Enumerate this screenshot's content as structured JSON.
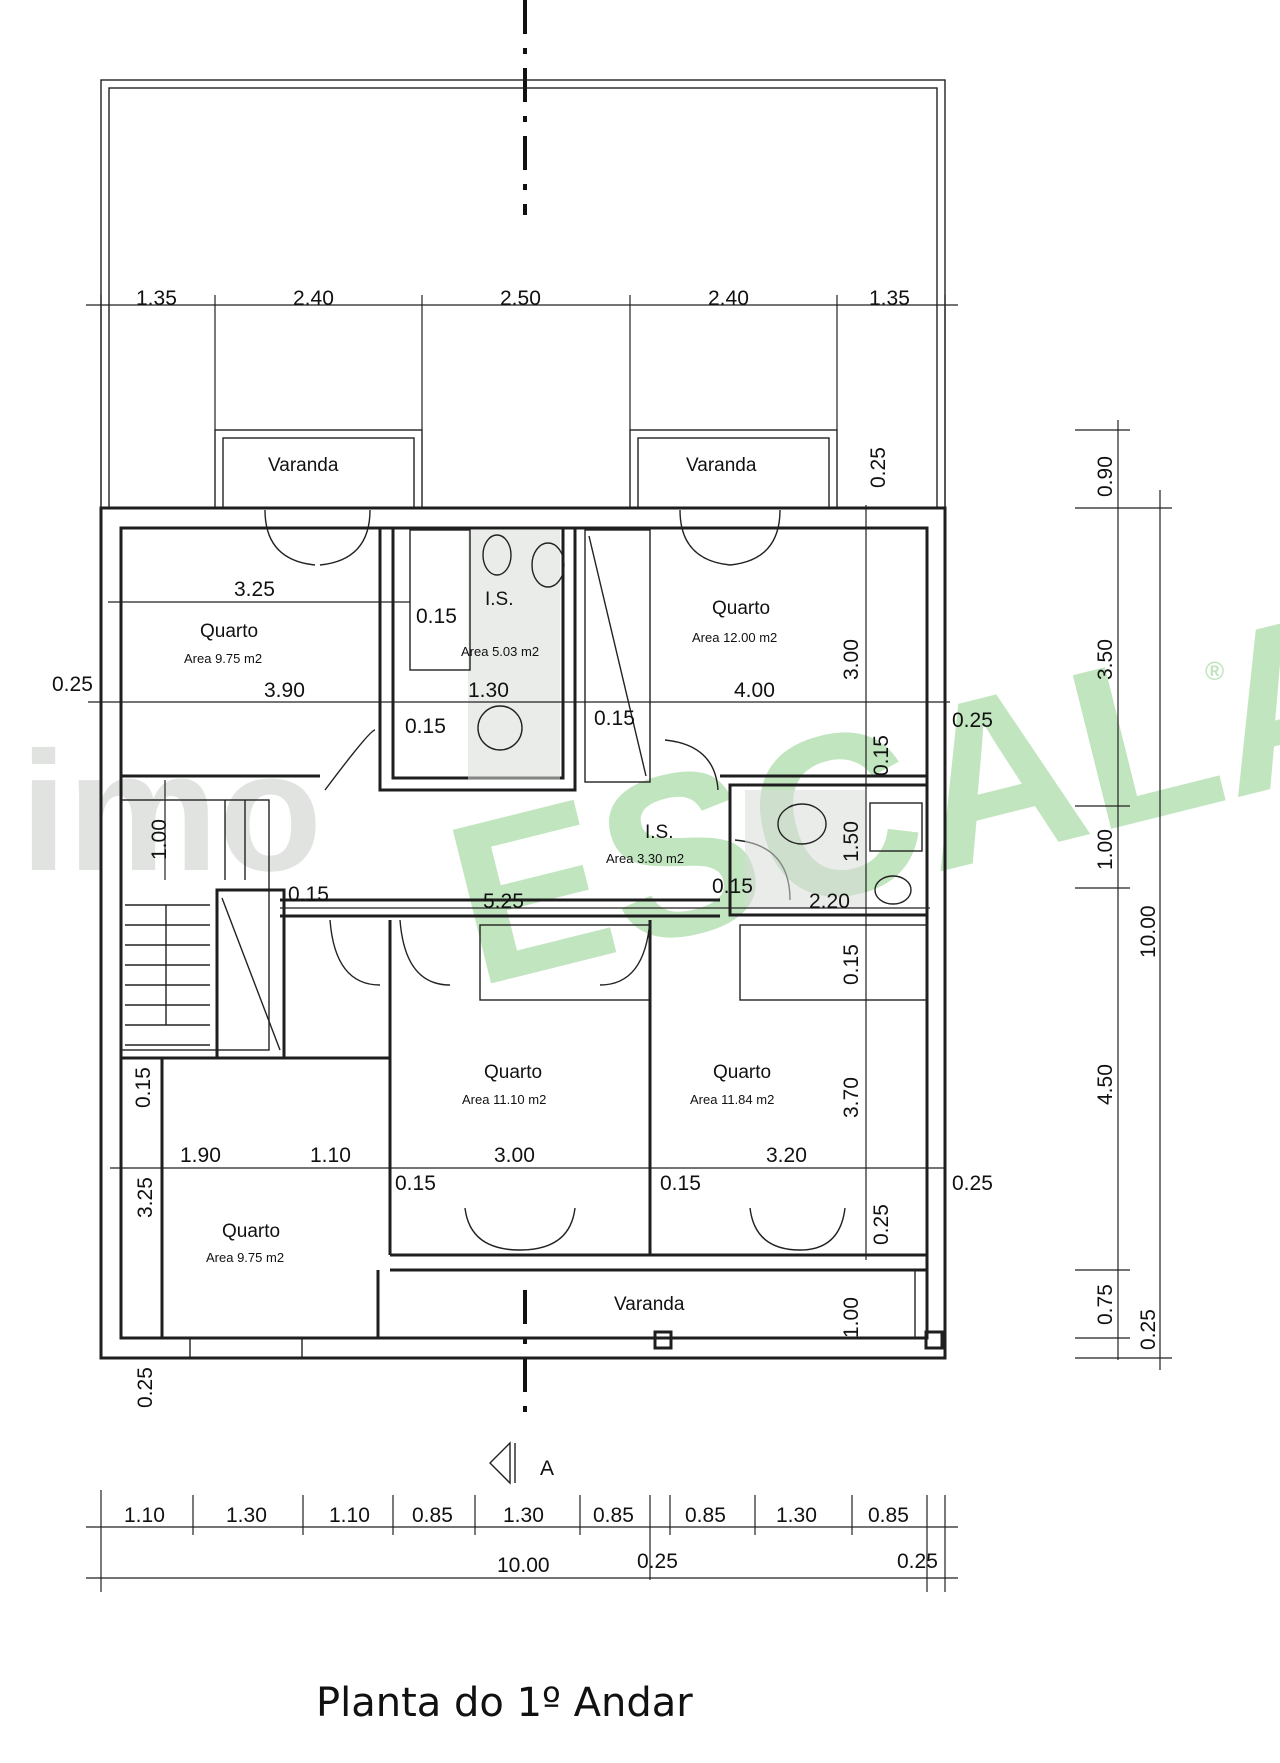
{
  "title": "Planta do 1º Andar",
  "section_marker": "A",
  "watermark": {
    "text_a": "imo",
    "text_b": "ESCALA",
    "mark": "®",
    "color_a": "#c9ccc9",
    "color_b": "#8fd08a"
  },
  "rooms": {
    "varanda_left": {
      "name": "Varanda"
    },
    "varanda_right": {
      "name": "Varanda"
    },
    "varanda_bottom": {
      "name": "Varanda"
    },
    "quarto_nw": {
      "name": "Quarto",
      "area": "Area 9.75 m2"
    },
    "quarto_ne": {
      "name": "Quarto",
      "area": "Area 12.00 m2"
    },
    "is_top": {
      "name": "I.S.",
      "area": "Area 5.03 m2"
    },
    "is_small": {
      "name": "I.S.",
      "area": "Area 3.30 m2"
    },
    "quarto_mid": {
      "name": "Quarto",
      "area": "Area 11.10 m2"
    },
    "quarto_se": {
      "name": "Quarto",
      "area": "Area 11.84 m2"
    },
    "quarto_sw": {
      "name": "Quarto",
      "area": "Area 9.75 m2"
    }
  },
  "dims": {
    "top_1": "1.35",
    "top_2": "2.40",
    "top_3": "2.50",
    "top_4": "2.40",
    "top_5": "1.35",
    "q_nw_325": "3.25",
    "q_nw_390": "3.90",
    "wall_025_left": "0.25",
    "is_015_a": "0.15",
    "is_130": "1.30",
    "is_015_b": "0.15",
    "is_015_c": "0.15",
    "q_ne_400": "4.00",
    "q_ne_300": "3.00",
    "right_025_a": "0.25",
    "right_025_b": "0.25",
    "right_015_a": "0.15",
    "stair_100": "1.00",
    "hall_015": "0.15",
    "hall_525": "5.25",
    "is2_150": "1.50",
    "is2_015": "0.15",
    "is2_220": "2.20",
    "is2_015_v": "0.15",
    "left_015": "0.15",
    "sw_190": "1.90",
    "sw_110": "1.10",
    "mid_300": "3.00",
    "se_320": "3.20",
    "se_370": "3.70",
    "sw_325": "3.25",
    "mid_015": "0.15",
    "se_015": "0.15",
    "right_025_c": "0.25",
    "se_025": "0.25",
    "var_100": "1.00",
    "bottom_025": "0.25",
    "side_090": "0.90",
    "side_350": "3.50",
    "side_100": "1.00",
    "side_1000": "10.00",
    "side_450": "4.50",
    "side_075": "0.75",
    "side_025": "0.25",
    "bot_1": "1.10",
    "bot_2": "1.30",
    "bot_3": "1.10",
    "bot_4": "0.85",
    "bot_5": "1.30",
    "bot_6": "0.85",
    "bot_7": "0.85",
    "bot_8": "1.30",
    "bot_9": "0.85",
    "bot_total": "10.00",
    "bot_025_a": "0.25",
    "bot_025_b": "0.25"
  }
}
